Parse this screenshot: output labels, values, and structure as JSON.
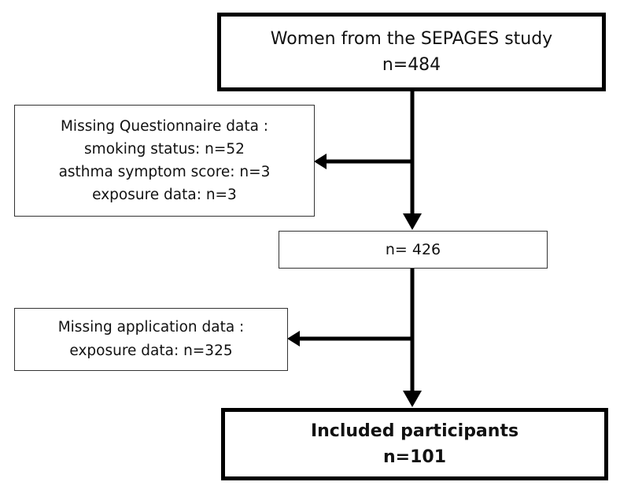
{
  "colors": {
    "stroke": "#000000",
    "thin_border": "#333333",
    "background": "#ffffff"
  },
  "boxes": {
    "top": {
      "line1": "Women from the SEPAGES study",
      "line2": "n=484"
    },
    "questionnaire": {
      "line1": "Missing Questionnaire data :",
      "line2": "smoking status: n=52",
      "line3": "asthma symptom score: n=3",
      "line4": "exposure data: n=3"
    },
    "middle": {
      "line1": "n= 426"
    },
    "application": {
      "line1": "Missing application data :",
      "line2": "exposure data: n=325"
    },
    "bottom": {
      "line1": "Included participants",
      "line2": "n=101"
    }
  }
}
